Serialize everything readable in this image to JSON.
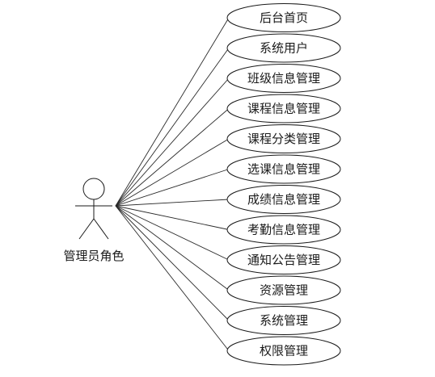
{
  "actor": {
    "label": "管理员角色"
  },
  "use_cases": [
    {
      "label": "后台首页"
    },
    {
      "label": "系统用户"
    },
    {
      "label": "班级信息管理"
    },
    {
      "label": "课程信息管理"
    },
    {
      "label": "课程分类管理"
    },
    {
      "label": "选课信息管理"
    },
    {
      "label": "成绩信息管理"
    },
    {
      "label": "考勤信息管理"
    },
    {
      "label": "通知公告管理"
    },
    {
      "label": "资源管理"
    },
    {
      "label": "系统管理"
    },
    {
      "label": "权限管理"
    }
  ]
}
